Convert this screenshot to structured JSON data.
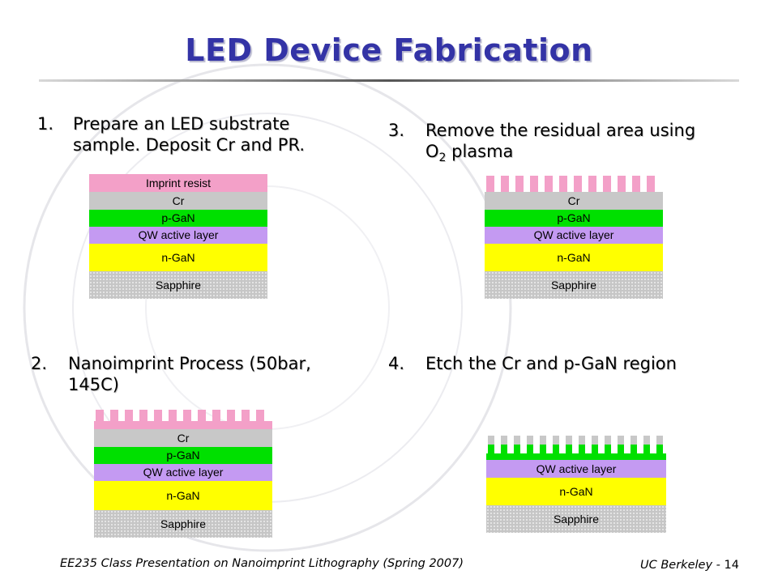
{
  "slide": {
    "title": "LED Device Fabrication",
    "colors": {
      "title": "#3333a6",
      "resist": "#f3a0c8",
      "cr": "#c8c8c8",
      "p_gan": "#00e000",
      "qw": "#c49af2",
      "n_gan": "#ffff00",
      "sapphire": "#c6c6c6"
    }
  },
  "steps": [
    {
      "number": "1.",
      "lines": [
        "Prepare an LED substrate",
        "sample. Deposit Cr and PR."
      ]
    },
    {
      "number": "2.",
      "lines": [
        "Nanoimprint Process (50bar,",
        "145C)"
      ]
    },
    {
      "number": "3.",
      "lines": [
        "Remove the residual area using"
      ],
      "o2_base": "O",
      "o2_sub": "2",
      "o2_tail": " plasma"
    },
    {
      "number": "4.",
      "lines": [
        "Etch the Cr and p-GaN region"
      ]
    }
  ],
  "layers": {
    "imprint_resist": "Imprint resist",
    "cr": "Cr",
    "p_gan": "p-GaN",
    "qw": "QW active layer",
    "n_gan": "n-GaN",
    "sapphire": "Sapphire"
  },
  "footer": {
    "left": "EE235 Class Presentation on Nanoimprint Lithography (Spring 2007)",
    "right": "UC Berkeley -",
    "page": "14"
  }
}
